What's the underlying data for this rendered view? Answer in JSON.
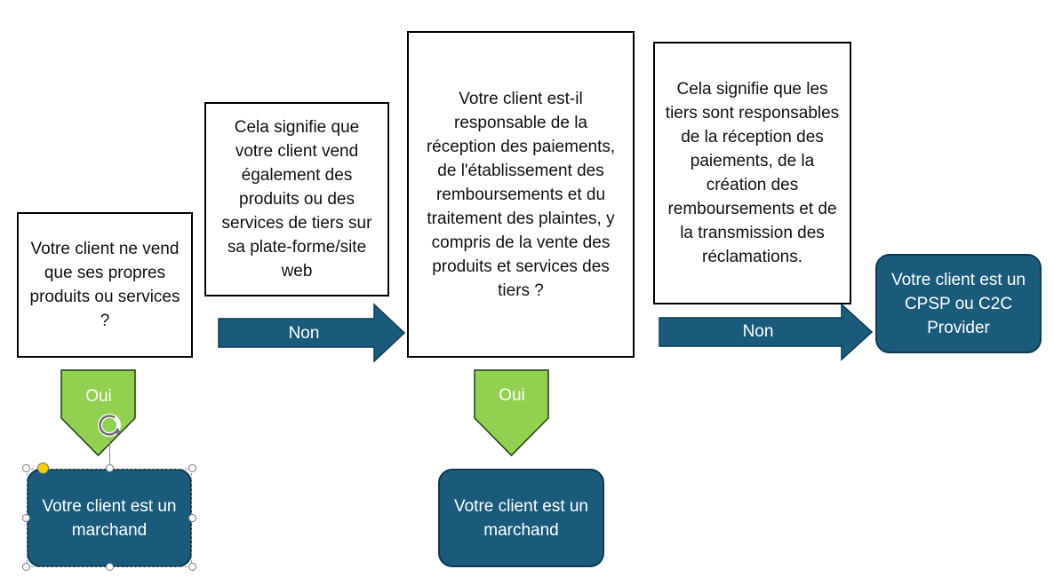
{
  "diagram": {
    "box_q1": "Votre client ne vend que ses propres produits ou services ?",
    "box_means_sells": "Cela signifie que votre client vend également des produits ou des services de tiers sur sa plate-forme/site web",
    "box_q2": "Votre client est-il responsable de la réception des paiements, de l'établissement des remboursements et du traitement des plaintes, y compris de la vente des produits et services des tiers ?",
    "box_means_third": "Cela signifie que les tiers sont responsables de la réception des paiements, de la création des remboursements et de la transmission des réclamations.",
    "arrow_non_1": "Non",
    "arrow_non_2": "Non",
    "arrow_oui_1": "Oui",
    "arrow_oui_2": "Oui",
    "result_merchant_1": "Votre client est un marchand",
    "result_merchant_2": "Votre client est un marchand",
    "result_cpsp": "Votre client est un CPSP ou C2C Provider"
  },
  "colors": {
    "terminal_fill": "#1a5b7c",
    "arrow_blue": "#1a5b7c",
    "arrow_green": "#92d050",
    "box_border": "#000000",
    "selection_handle_yellow": "#f5d000"
  }
}
